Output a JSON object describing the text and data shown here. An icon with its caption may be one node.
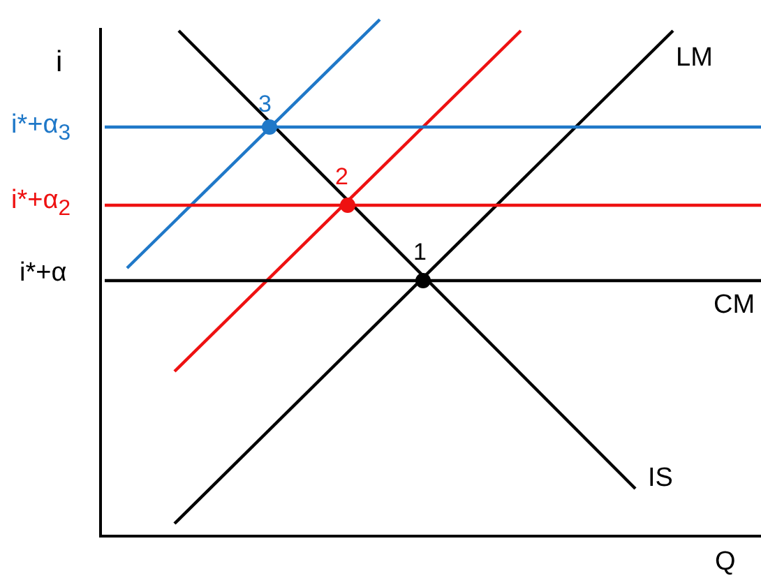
{
  "diagram": {
    "labels": [
      "i",
      "i*+α$_{3}$",
      "i*+α$_{2}$",
      "i*+α",
      "3",
      "2",
      "1",
      "LM",
      "CM",
      "IS",
      "Q"
    ]
  }
}
